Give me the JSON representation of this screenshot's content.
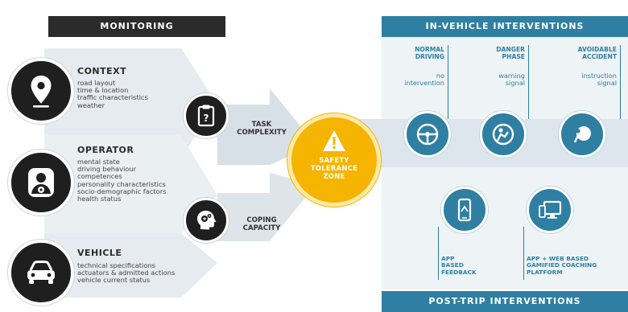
{
  "monitoring": {
    "header": "MONITORING",
    "context": {
      "title": "CONTEXT",
      "lines": [
        "road layout",
        "time & location",
        "traffic characteristics",
        "weather"
      ]
    },
    "operator": {
      "title": "OPERATOR",
      "lines": [
        "mental state",
        "driving behaviour",
        "competences",
        "personality characteristics",
        "socio-demographic factors",
        "health status"
      ]
    },
    "vehicle": {
      "title": "VEHICLE",
      "lines": [
        "technical specifications",
        "actuators & admitted actions",
        "vehicle current status"
      ]
    }
  },
  "middle": {
    "task_complexity": [
      "TASK",
      "COMPLEXITY"
    ],
    "coping_capacity": [
      "COPING",
      "CAPACITY"
    ]
  },
  "center": {
    "lines": [
      "SAFETY",
      "TOLERANCE",
      "ZONE"
    ]
  },
  "in_vehicle": {
    "header": "IN-VEHICLE INTERVENTIONS",
    "columns": [
      {
        "title": [
          "NORMAL",
          "DRIVING"
        ],
        "sub": [
          "no",
          "intervention"
        ]
      },
      {
        "title": [
          "DANGER",
          "PHASE"
        ],
        "sub": [
          "warning",
          "signal"
        ]
      },
      {
        "title": [
          "AVOIDABLE",
          "ACCIDENT"
        ],
        "sub": [
          "instruction",
          "signal"
        ]
      }
    ]
  },
  "post_trip": {
    "header": "POST-TRIP INTERVENTIONS",
    "items": [
      {
        "lines": [
          "APP",
          "BASED",
          "FEEDBACK"
        ]
      },
      {
        "lines": [
          "APP + WEB BASED",
          "GAMIFIED COACHING",
          "PLATFORM"
        ]
      }
    ]
  },
  "colors": {
    "dark": "#1f1f1f",
    "blue": "#2e7fa2",
    "orange": "#f5b400",
    "orange_dark": "#e6a400",
    "band": "#dfe7ec"
  }
}
